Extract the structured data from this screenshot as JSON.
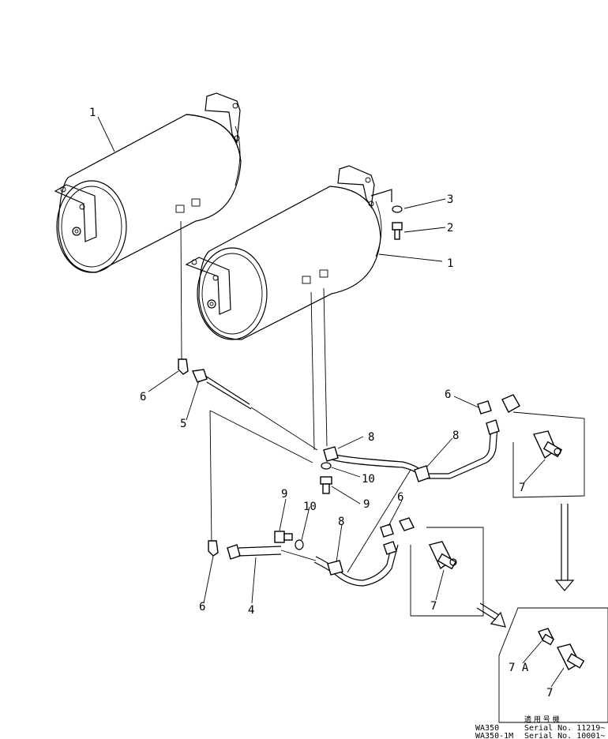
{
  "callouts": {
    "tank_upper": "1",
    "tank_lower": "1",
    "washer_3": "3",
    "bolt_2": "2",
    "elbow_6_left": "6",
    "pipe_5": "5",
    "clamp_8_a": "8",
    "clamp_8_b": "8",
    "washer_10_a": "10",
    "bolt_9_a": "9",
    "bolt_9_b": "9",
    "washer_10_b": "10",
    "clamp_8_c": "8",
    "elbow_6_right_upper": "6",
    "elbow_6_right_mid": "6",
    "valve_7_upper": "7",
    "valve_7_mid": "7",
    "elbow_6_bottom": "6",
    "pipe_4": "4",
    "valve_7A": "7 A",
    "valve_7_box": "7"
  },
  "serial_note": {
    "header": "適 用 号 機",
    "row1_model": "WA350",
    "row1_serial": "Serial No. 11219~",
    "row2_model": "WA350-1M",
    "row2_serial": "Serial No. 10001~"
  }
}
